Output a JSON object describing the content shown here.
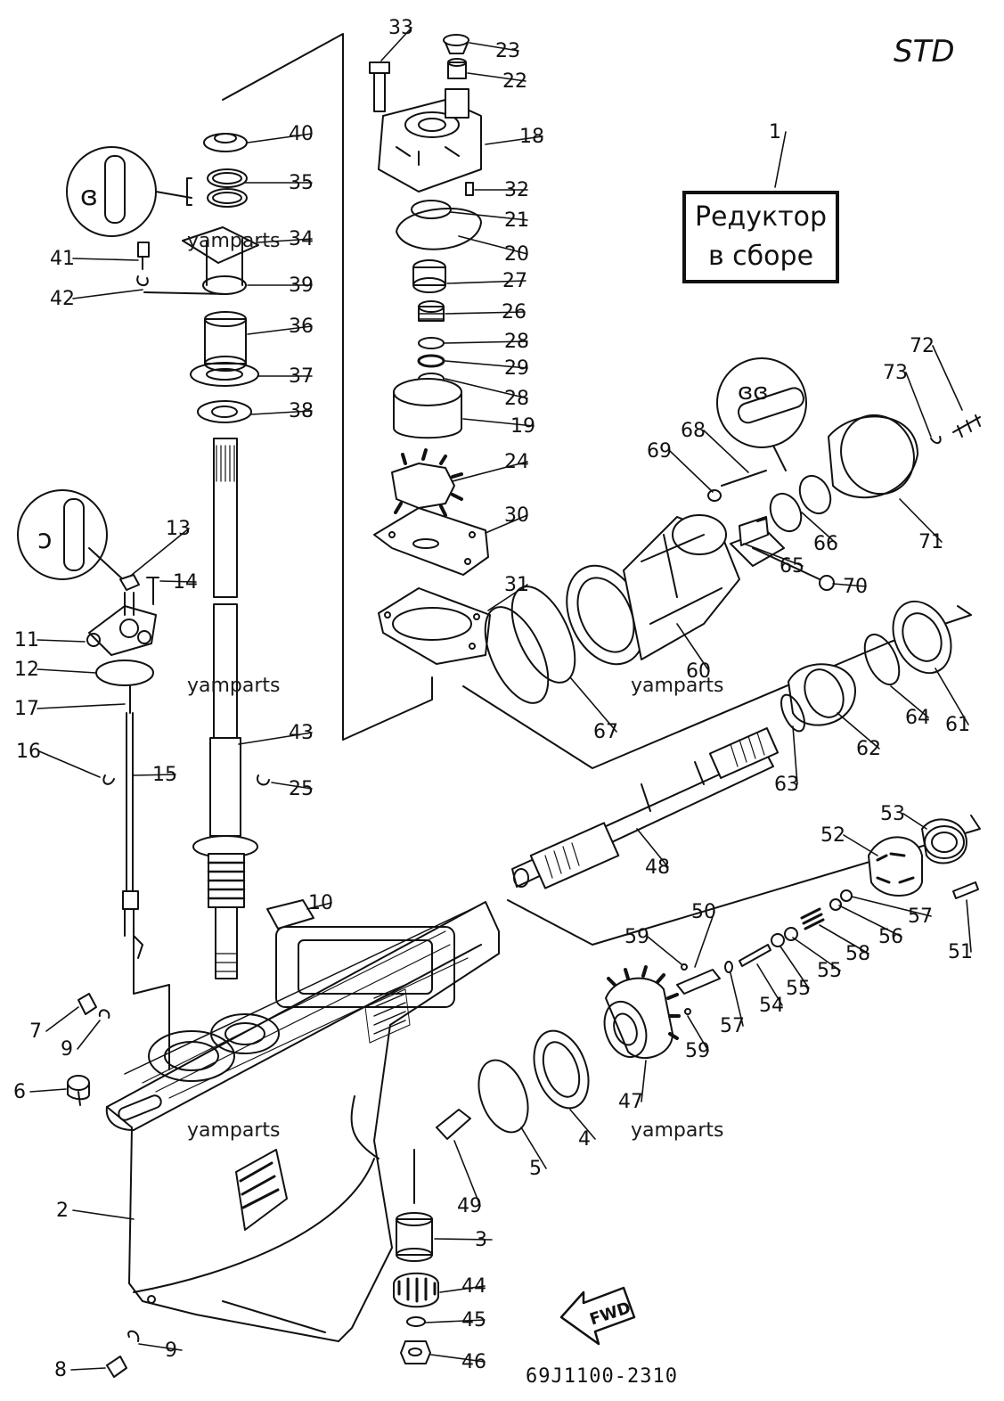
{
  "variant_label": "STD",
  "assembly_box": {
    "line1": "Редуктор",
    "line2": "в сборе"
  },
  "watermark": "yamparts",
  "drawing_code": "69J1100-2310",
  "fwd_label": "FWD",
  "part_labels": [
    "1",
    "2",
    "3",
    "4",
    "5",
    "6",
    "7",
    "8",
    "9",
    "9",
    "10",
    "11",
    "12",
    "13",
    "14",
    "15",
    "16",
    "17",
    "18",
    "19",
    "20",
    "21",
    "22",
    "23",
    "24",
    "25",
    "26",
    "27",
    "28",
    "28",
    "29",
    "30",
    "31",
    "32",
    "33",
    "34",
    "35",
    "36",
    "37",
    "38",
    "39",
    "40",
    "41",
    "42",
    "43",
    "44",
    "45",
    "46",
    "47",
    "48",
    "49",
    "50",
    "51",
    "52",
    "53",
    "54",
    "55",
    "55",
    "56",
    "57",
    "57",
    "58",
    "59",
    "59",
    "60",
    "61",
    "62",
    "63",
    "64",
    "65",
    "66",
    "67",
    "68",
    "69",
    "70",
    "71",
    "72",
    "73"
  ]
}
